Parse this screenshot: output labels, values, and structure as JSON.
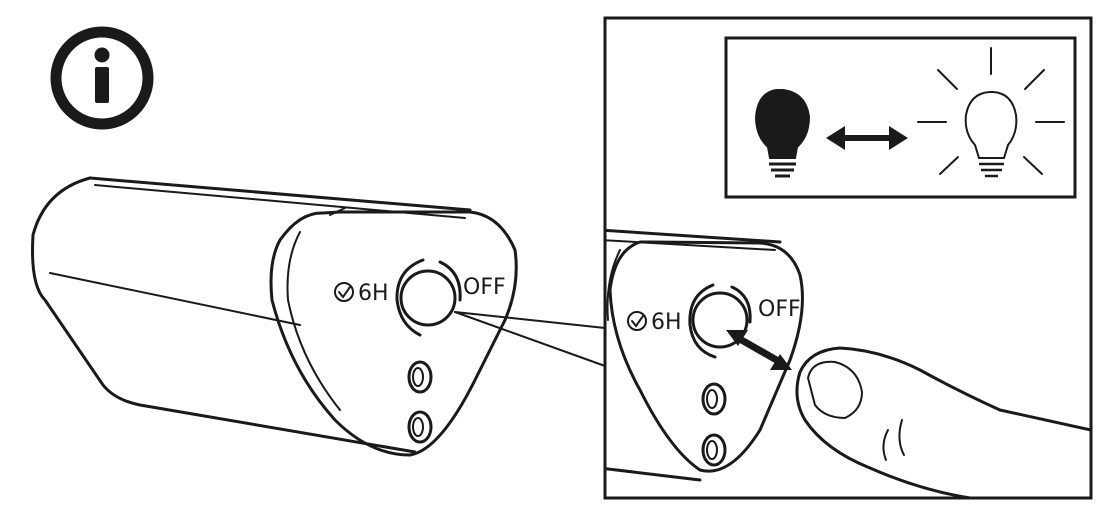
{
  "info_icon": "info-icon",
  "device": {
    "timer_icon": "clock-check-icon",
    "timer_label": "6H",
    "off_label": "OFF"
  },
  "zoom_panel": {
    "timer_icon": "clock-check-icon",
    "timer_label": "6H",
    "off_label": "OFF",
    "action_icon": "press-button-finger-icon"
  },
  "bulb_panel": {
    "left_icon": "light-bulb-off-icon",
    "middle_icon": "double-arrow-icon",
    "right_icon": "light-bulb-on-icon"
  },
  "colors": {
    "ink": "#1a1a1a",
    "background": "#ffffff"
  }
}
